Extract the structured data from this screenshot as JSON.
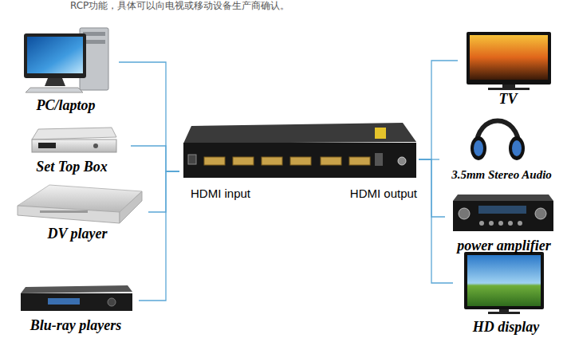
{
  "diagram": {
    "nodes": [
      {
        "text": [
          "PC/laptop"
        ]
      },
      {
        "text": [
          "Set Top Box"
        ]
      },
      {
        "text": [
          "DV player"
        ]
      },
      {
        "text": [
          "Blu-ray players"
        ]
      },
      {
        "text": [
          "HDMI input",
          "HDMI output"
        ]
      },
      {
        "text": [
          "TV"
        ]
      },
      {
        "text": [
          "3.5mm Stereo Audio"
        ]
      },
      {
        "text": [
          "power amplifier"
        ]
      },
      {
        "text": [
          "HD display"
        ]
      }
    ],
    "edges": [
      {
        "from": 0,
        "to": 4,
        "arrow": "none"
      },
      {
        "from": 1,
        "to": 4,
        "arrow": "none"
      },
      {
        "from": 2,
        "to": 4,
        "arrow": "none"
      },
      {
        "from": 3,
        "to": 4,
        "arrow": "none"
      },
      {
        "from": 4,
        "to": 5,
        "arrow": "none"
      },
      {
        "from": 4,
        "to": 6,
        "arrow": "none"
      },
      {
        "from": 4,
        "to": 7,
        "arrow": "none"
      },
      {
        "from": 4,
        "to": 8,
        "arrow": "none"
      }
    ],
    "labels": [
      "RCP功能，具体可以向电视或移动设备生产商确认。"
    ]
  }
}
